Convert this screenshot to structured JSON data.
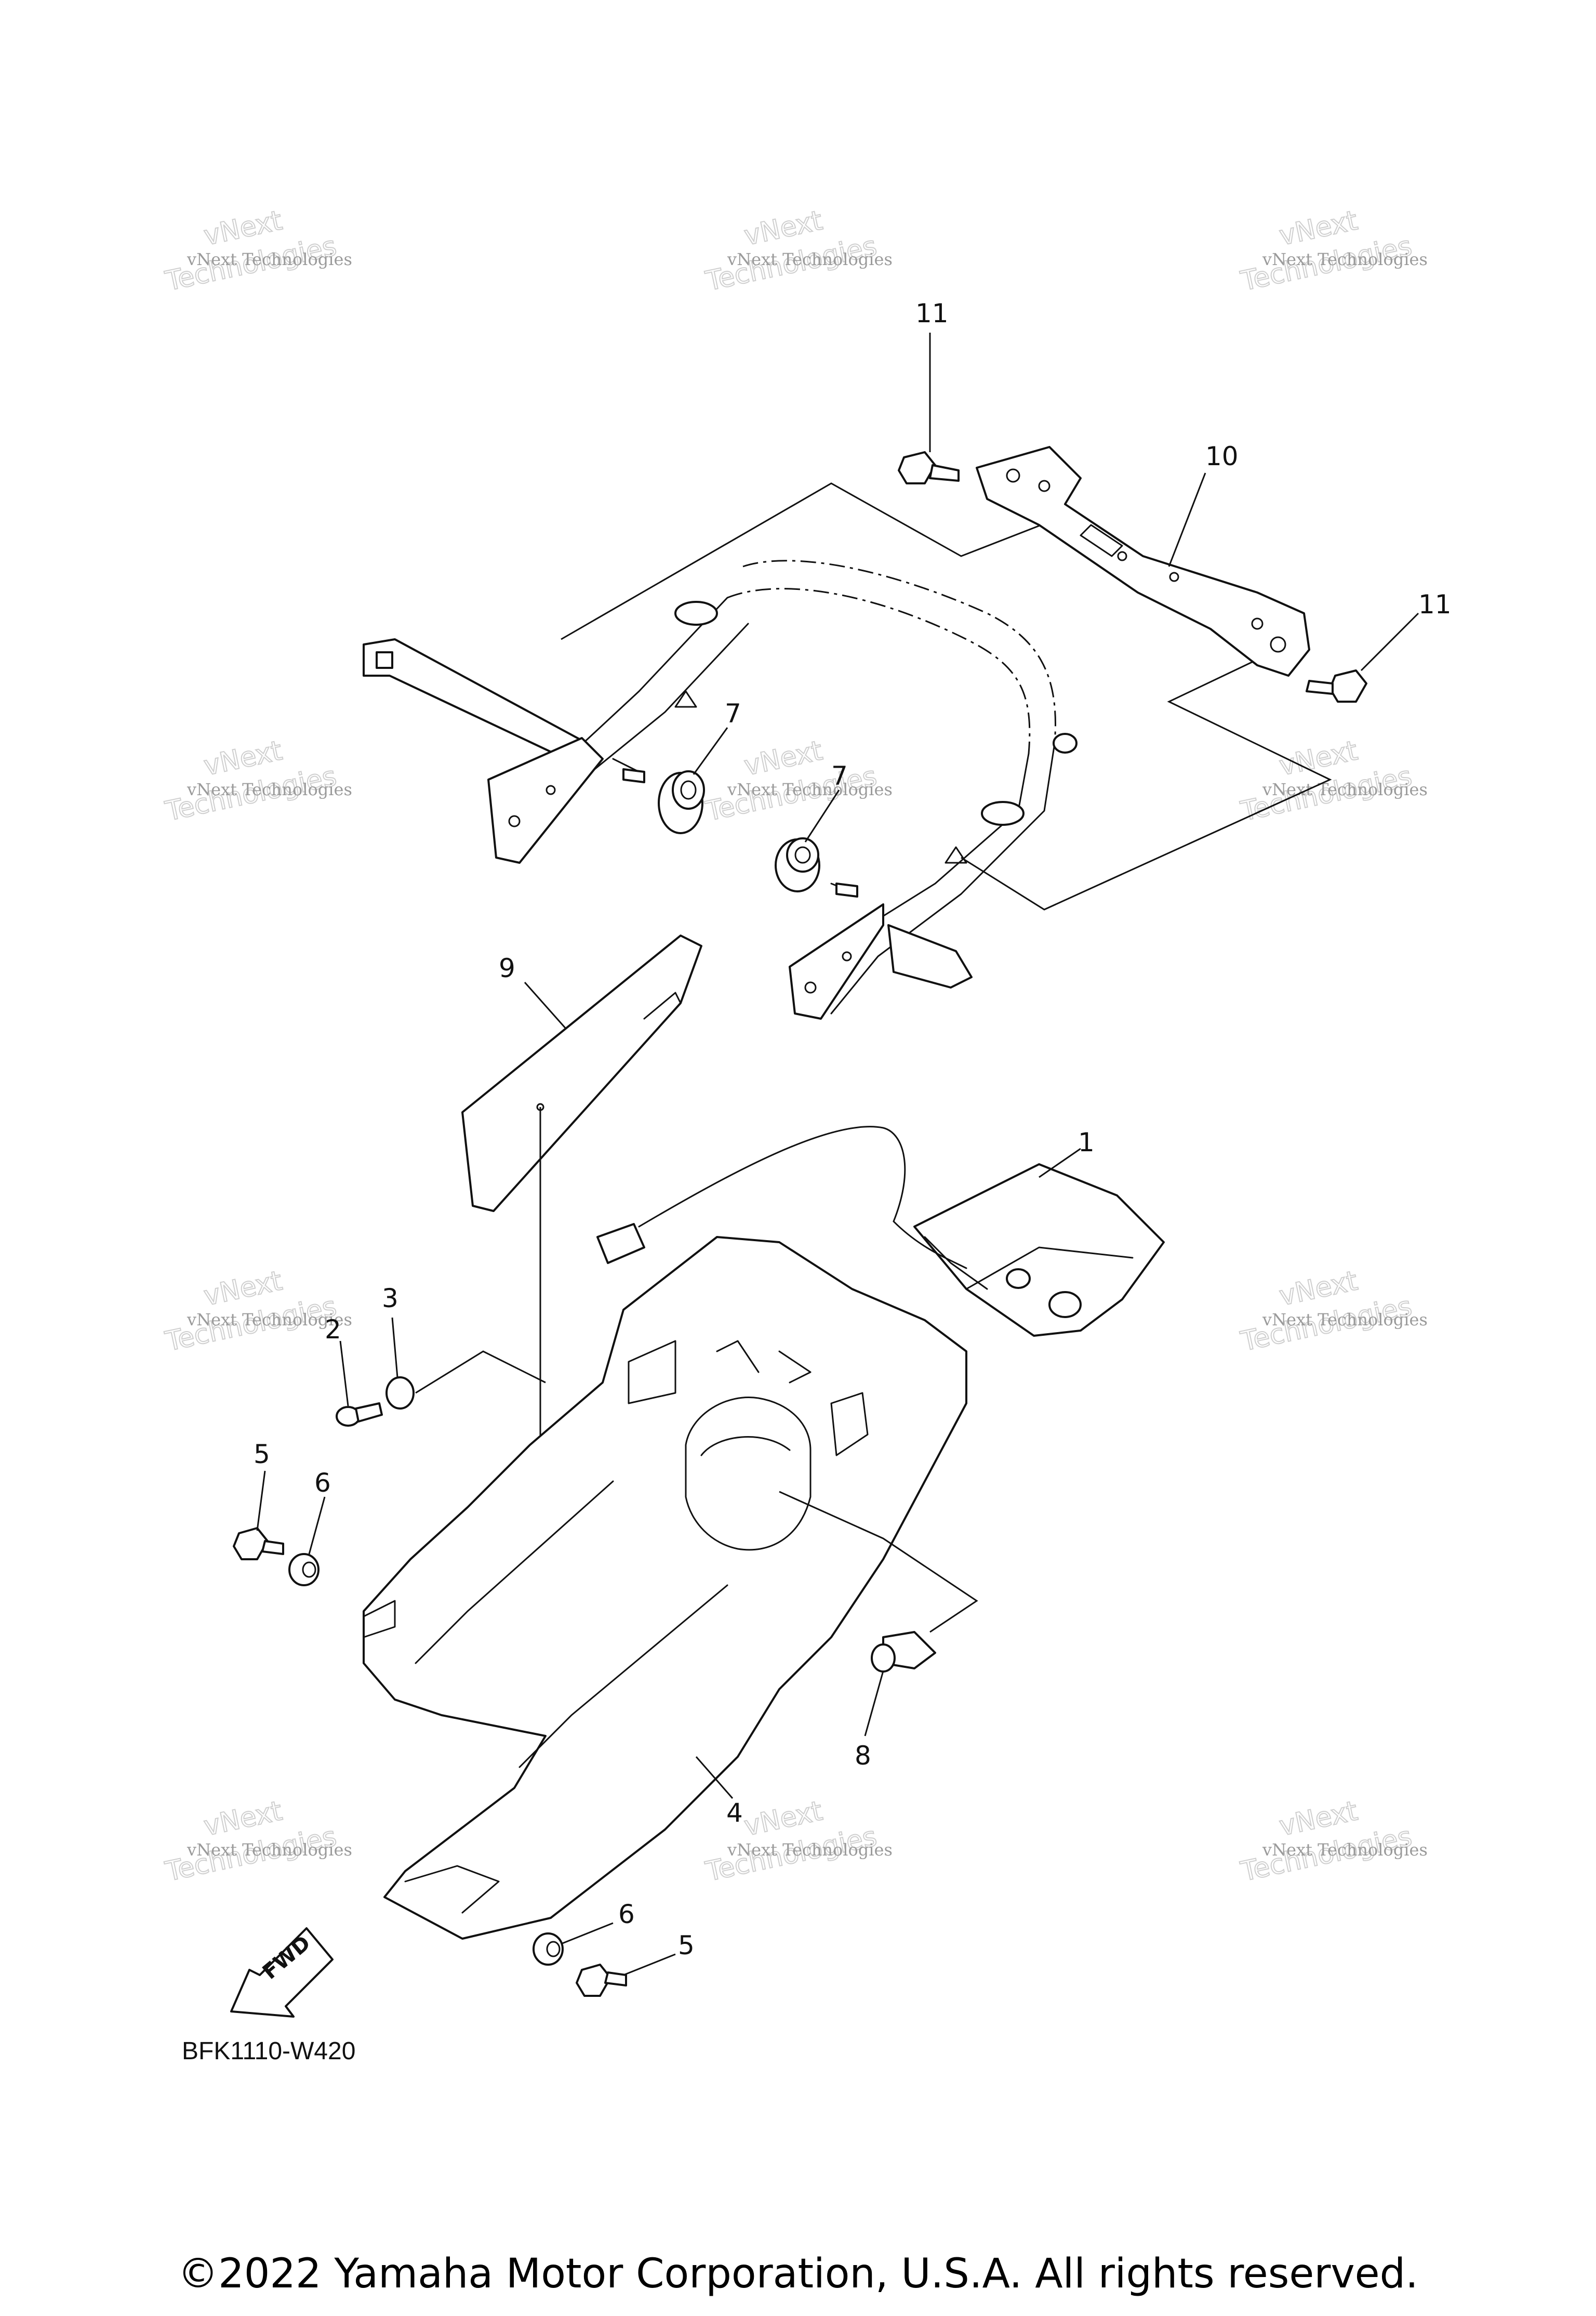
{
  "diagram_code": "BFK1110-W420",
  "copyright": "©2022 Yamaha Motor Corporation, U.S.A. All rights reserved.",
  "fwd_label": "FWD",
  "watermark": {
    "line1": "vNext Technologies",
    "line2": "Technologies",
    "line3": "vNext"
  },
  "callouts": [
    "11",
    "10",
    "11",
    "7",
    "7",
    "9",
    "1",
    "3",
    "2",
    "5",
    "6",
    "8",
    "4",
    "6",
    "5"
  ],
  "colors": {
    "ink": "#111111",
    "background": "#ffffff"
  }
}
